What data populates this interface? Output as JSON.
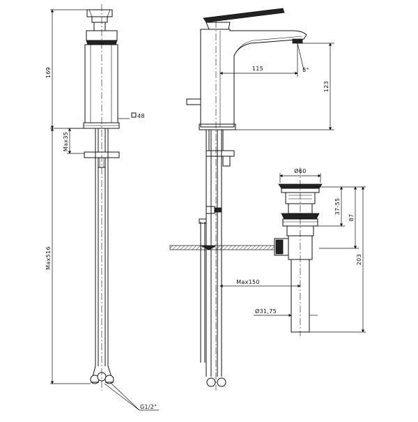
{
  "dimensions": {
    "total_height": "169",
    "body_square": "48",
    "max_thickness": "Max35",
    "pipe_length": "Max516",
    "thread": "G1/2\"",
    "reach": "115",
    "spout_height": "123",
    "spout_angle": "8°",
    "drain_top_dia": "Ø60",
    "drain_range": "37-55",
    "drain_87": "87",
    "drain_203": "203",
    "drain_max_reach": "Max150",
    "drain_pipe_dia": "Ø31,75"
  }
}
